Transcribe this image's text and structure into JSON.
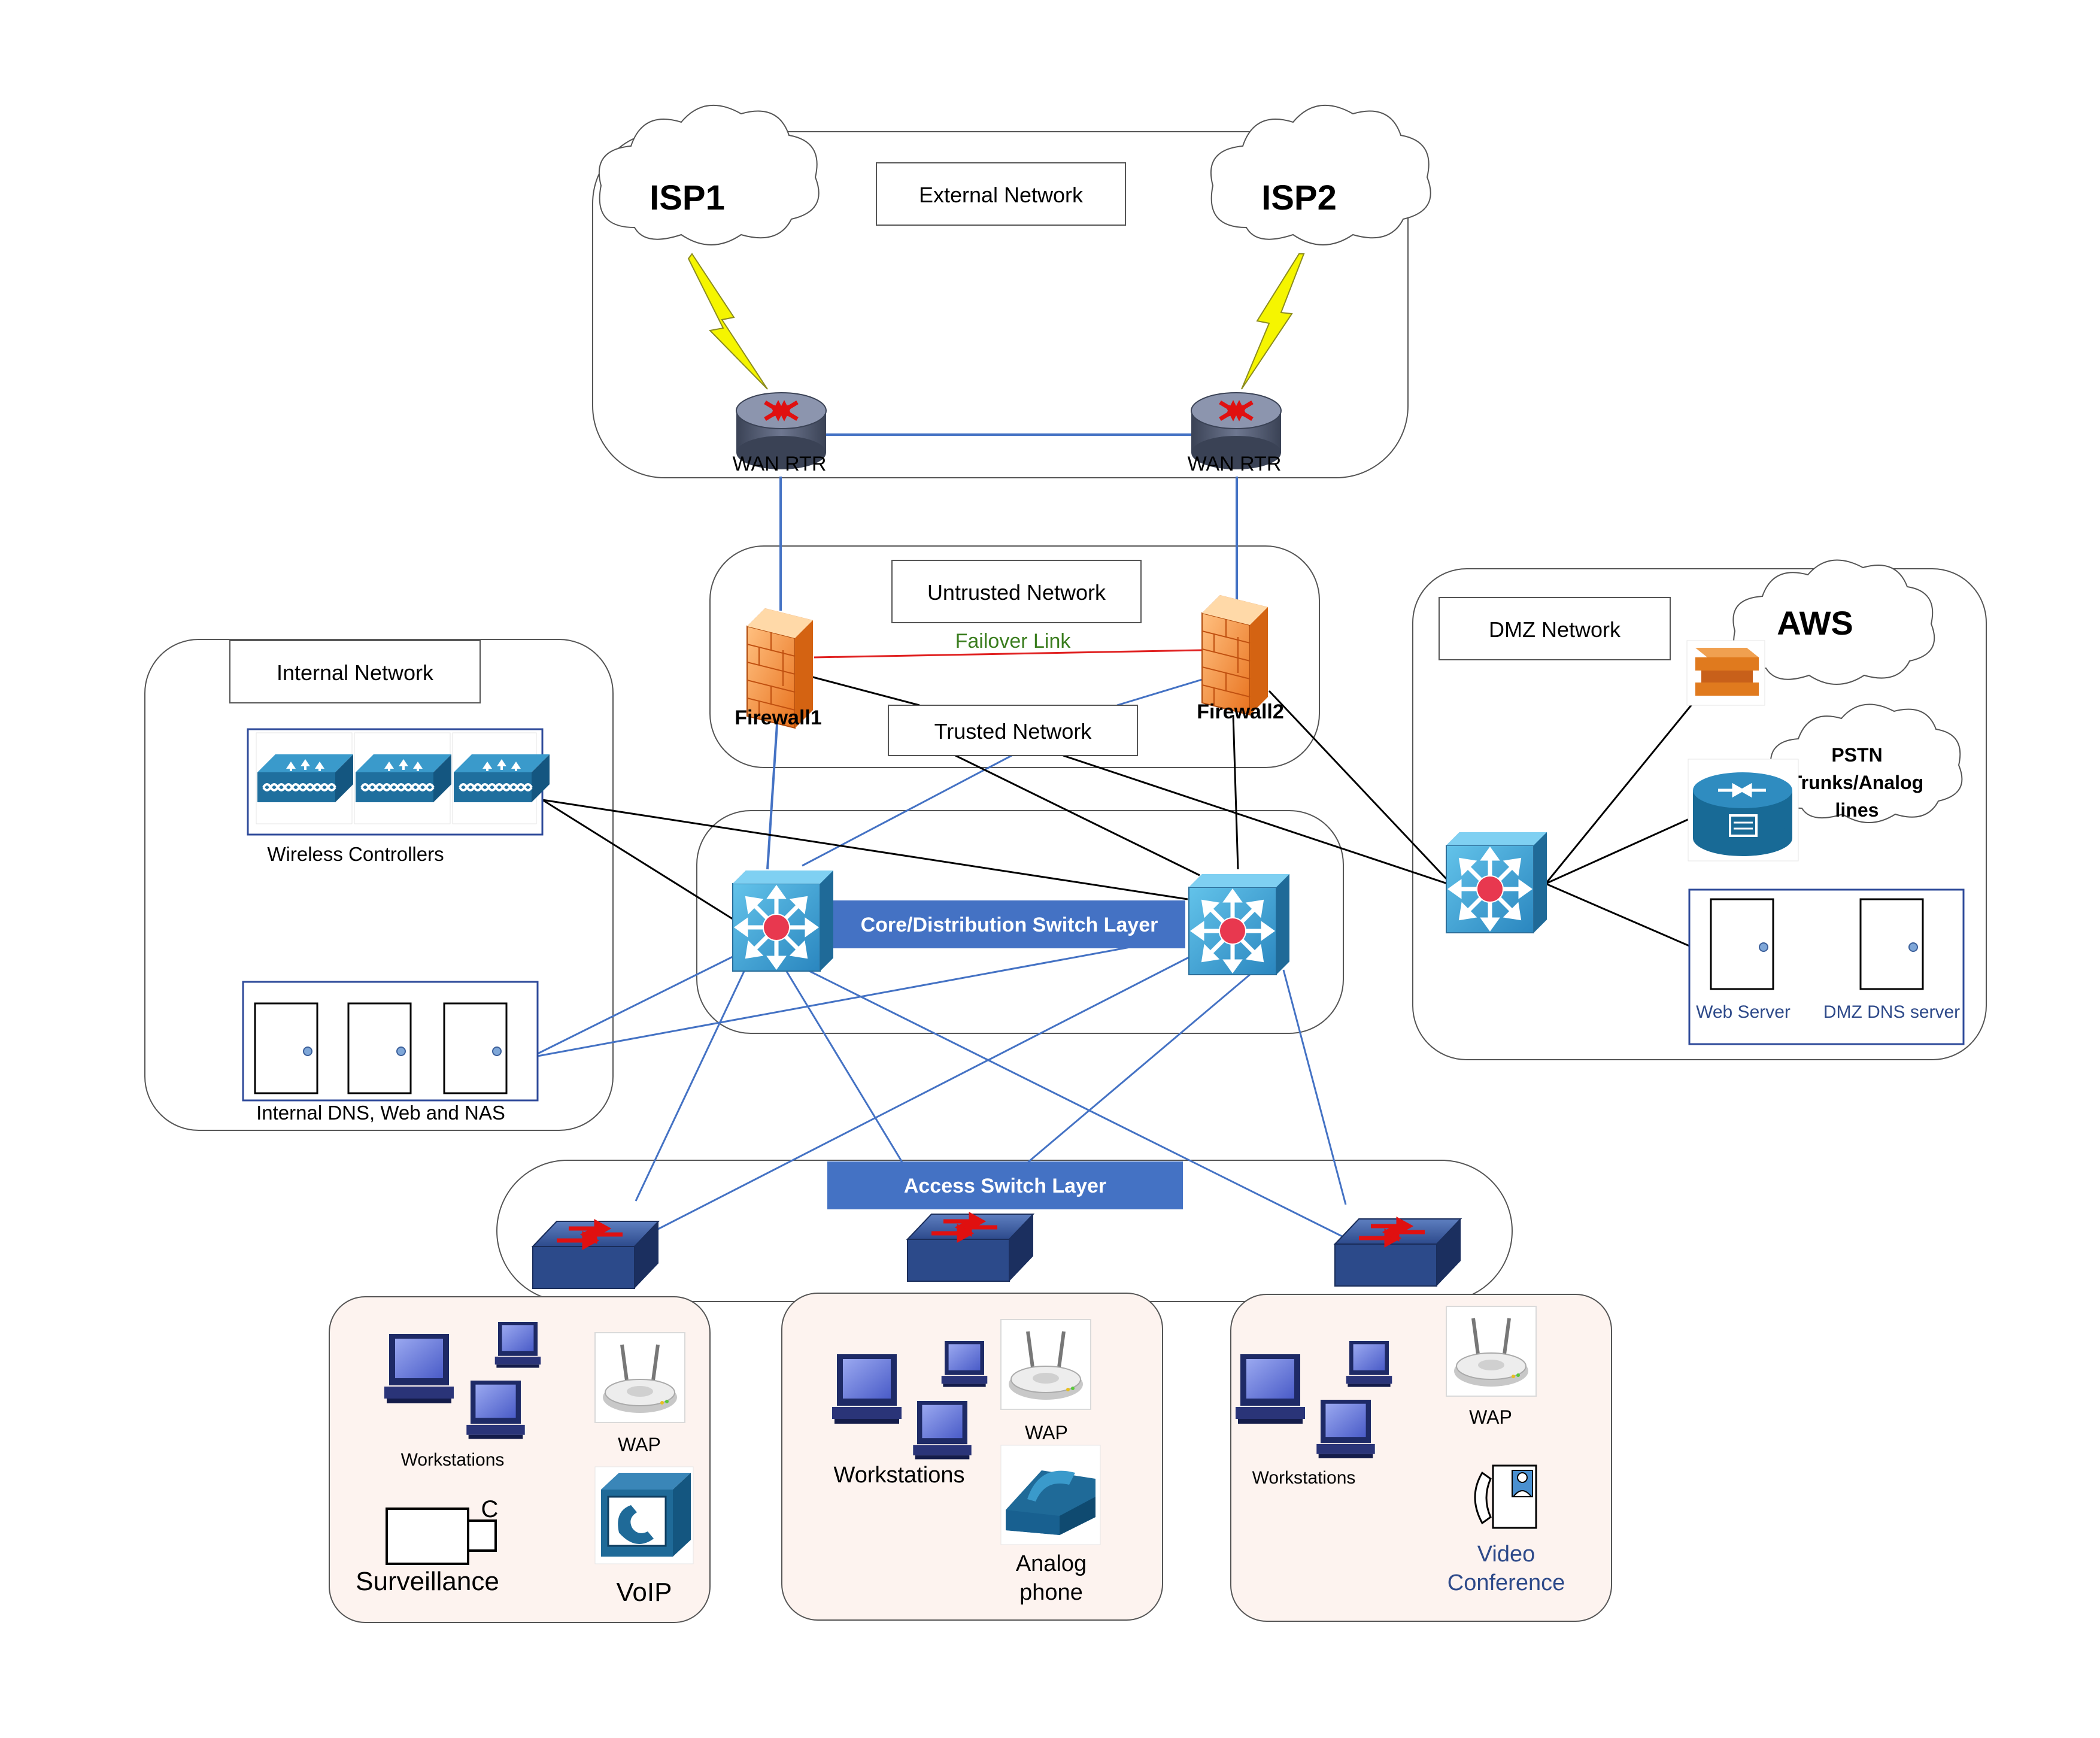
{
  "zones": {
    "external": "External Network",
    "untrusted": "Untrusted Network",
    "trusted": "Trusted Network",
    "internal": "Internal Network",
    "dmz": "DMZ Network",
    "core_layer": "Core/Distribution Switch Layer",
    "access_layer": "Access Switch Layer"
  },
  "clouds": {
    "isp1": "ISP1",
    "isp2": "ISP2",
    "aws": "AWS",
    "pstn_line1": "PSTN",
    "pstn_line2": "Trunks/Analog",
    "pstn_line3": "lines"
  },
  "devices": {
    "wan_rtr_1": "WAN RTR",
    "wan_rtr_2": "WAN RTR",
    "firewall1": "Firewall1",
    "firewall2": "Firewall2",
    "failover_link": "Failover Link",
    "wireless_controllers": "Wireless Controllers",
    "internal_servers": "Internal  DNS, Web and NAS",
    "web_server": "Web Server",
    "dmz_dns_server": "DMZ DNS server"
  },
  "access_groups": [
    {
      "workstations": "Workstations",
      "wap": "WAP",
      "surveillance": "Surveillance",
      "surveillance_mark": "C",
      "voip": "VoIP"
    },
    {
      "workstations": "Workstations",
      "wap": "WAP",
      "analog_line1": "Analog",
      "analog_line2": "phone"
    },
    {
      "workstations": "Workstations",
      "wap": "WAP",
      "video_line1": "Video",
      "video_line2": "Conference"
    }
  ],
  "colors": {
    "blue_link": "#4472C4",
    "black_link": "#000000",
    "failover_link": "#E02020",
    "failover_text": "#3A7D1E",
    "layer_banner": "#4472C4",
    "switch_blue": "#3E9FD0",
    "access_panel": "#FDF3EF",
    "lightning": "#F5F500"
  }
}
